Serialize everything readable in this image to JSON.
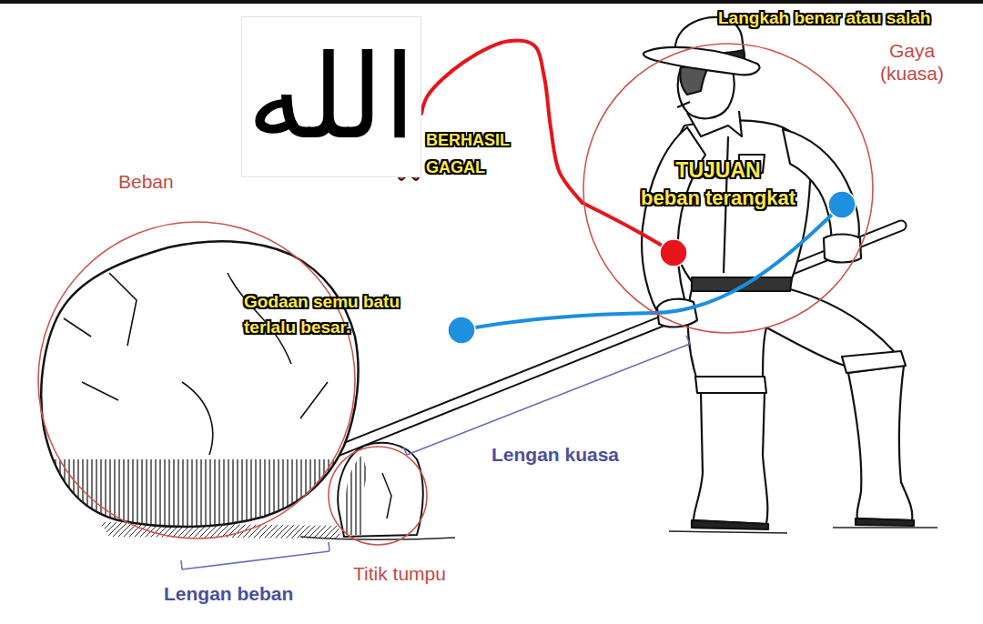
{
  "diagram": {
    "nodes": [
      {
        "text": [
          "الله"
        ]
      },
      {
        "text": [
          "Gaya (kuasa)"
        ]
      },
      {
        "text": [
          "Beban"
        ]
      },
      {
        "text": [
          "Titik tumpu"
        ]
      }
    ],
    "edges": [
      {
        "from": 0,
        "to": 1,
        "arrow": "none"
      }
    ],
    "labels": [
      "Langkah benar atau salah",
      "BERHASIL",
      "GAGAL",
      "TUJUAN",
      "beban terangkat",
      "Godaan semu batu terlalu besar.",
      "Lengan kuasa",
      "Lengan beban"
    ]
  }
}
